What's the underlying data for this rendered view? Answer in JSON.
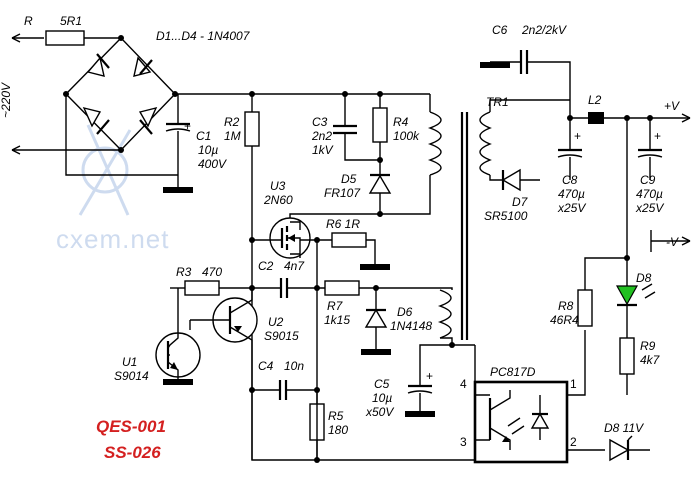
{
  "labels": {
    "r": "R",
    "r_val": "5R1",
    "bridge": "D1...D4 - 1N4007",
    "mains": "~220V",
    "c1": "C1",
    "c1_v1": "10µ",
    "c1_v2": "400V",
    "r2": "R2",
    "r2_v": "1M",
    "c3": "C3",
    "c3_v1": "2n2",
    "c3_v2": "1kV",
    "r4": "R4",
    "r4_v": "100k",
    "d5": "D5",
    "d5_v": "FR107",
    "u3": "U3",
    "u3_v": "2N60",
    "r6": "R6 1R",
    "r3": "R3",
    "r3_v": "470",
    "c2": "C2",
    "c2_v": "4n7",
    "r7": "R7",
    "r7_v": "1k15",
    "d6": "D6",
    "d6_v": "1N4148",
    "u2": "U2",
    "u2_v": "S9015",
    "u1": "U1",
    "u1_v": "S9014",
    "c4": "C4",
    "c4_v": "10n",
    "r5": "R5",
    "r5_v": "180",
    "c5": "C5",
    "c5_v1": "10µ",
    "c5_v2": "x50V",
    "c6": "C6",
    "c6_v": "2n2/2kV",
    "tr1": "TR1",
    "l2": "L2",
    "pos_out": "+V",
    "neg_out": "-V",
    "c8": "C8",
    "c8_v1": "470µ",
    "c8_v2": "x25V",
    "c9": "C9",
    "c9_v1": "470µ",
    "c9_v2": "x25V",
    "d7": "D7",
    "d7_v": "SR5100",
    "d8_led": "D8",
    "r8": "R8",
    "r8_v": "46R4",
    "r9": "R9",
    "r9_v": "4k7",
    "pc817": "PC817D",
    "pin1": "1",
    "pin2": "2",
    "pin3": "3",
    "pin4": "4",
    "d8_zener": "D8 11V",
    "plus1": "+",
    "plus5": "+",
    "plus8": "+",
    "plus9": "+"
  },
  "model": {
    "line1": "QES-001",
    "line2": "SS-026"
  },
  "watermark": "cxem.net",
  "colors": {
    "model_text": "#d42020",
    "led": "#22c022",
    "watermark": "#c9d8ee"
  }
}
